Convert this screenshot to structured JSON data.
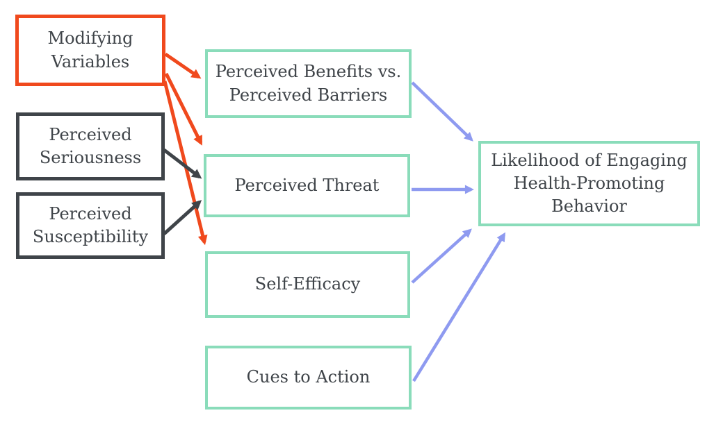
{
  "diagram": {
    "colors": {
      "orange": "#f0491d",
      "dark": "#3f4449",
      "teal": "#8adcba",
      "purple": "#8e9af0",
      "text": "#3f4449",
      "bg": "#ffffff"
    },
    "nodes": {
      "modifying_variables": {
        "label": "Modifying\nVariables",
        "border_color": "orange"
      },
      "perceived_seriousness": {
        "label": "Perceived\nSeriousness",
        "border_color": "dark"
      },
      "perceived_susceptibility": {
        "label": "Perceived\nSusceptibility",
        "border_color": "dark"
      },
      "benefits_barriers": {
        "label": "Perceived Benefits vs.\nPerceived Barriers",
        "border_color": "teal"
      },
      "perceived_threat": {
        "label": "Perceived Threat",
        "border_color": "teal"
      },
      "self_efficacy": {
        "label": "Self-Efficacy",
        "border_color": "teal"
      },
      "cues_to_action": {
        "label": "Cues to Action",
        "border_color": "teal"
      },
      "likelihood": {
        "label": "Likelihood of Engaging\nHealth-Promoting\nBehavior",
        "border_color": "teal"
      }
    },
    "edges": [
      {
        "from": "modifying_variables",
        "to": "benefits_barriers",
        "color": "orange"
      },
      {
        "from": "modifying_variables",
        "to": "perceived_threat",
        "color": "orange"
      },
      {
        "from": "modifying_variables",
        "to": "self_efficacy",
        "color": "orange"
      },
      {
        "from": "perceived_seriousness",
        "to": "perceived_threat",
        "color": "dark"
      },
      {
        "from": "perceived_susceptibility",
        "to": "perceived_threat",
        "color": "dark"
      },
      {
        "from": "benefits_barriers",
        "to": "likelihood",
        "color": "purple"
      },
      {
        "from": "perceived_threat",
        "to": "likelihood",
        "color": "purple"
      },
      {
        "from": "self_efficacy",
        "to": "likelihood",
        "color": "purple"
      },
      {
        "from": "cues_to_action",
        "to": "likelihood",
        "color": "purple"
      }
    ]
  }
}
